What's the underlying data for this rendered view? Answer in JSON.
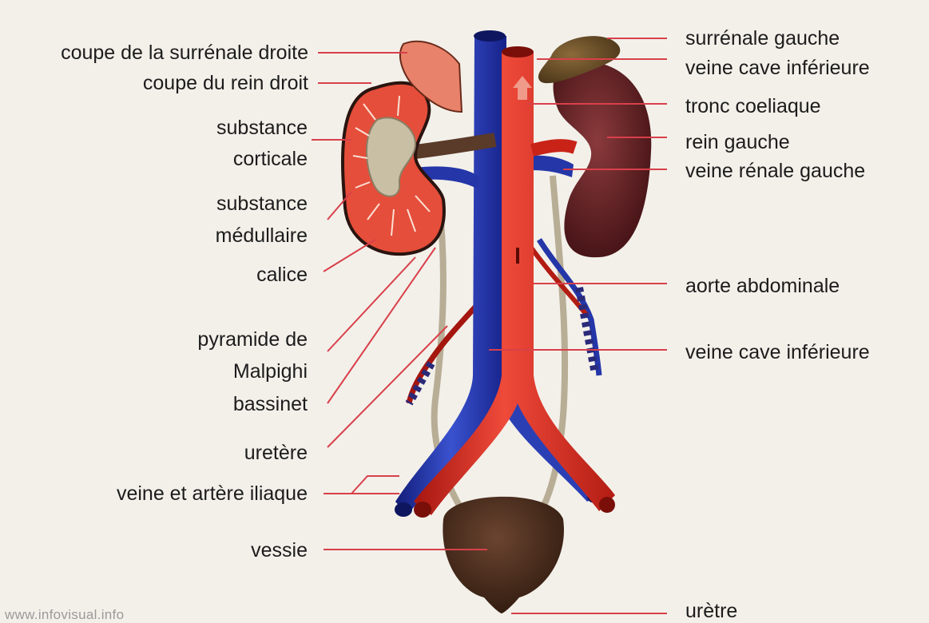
{
  "labels": {
    "coupe_surrenale_droite": "coupe de la surrénale droite",
    "coupe_rein_droit": "coupe du rein droit",
    "substance_corticale_1": "substance",
    "substance_corticale_2": "corticale",
    "substance_medullaire_1": "substance",
    "substance_medullaire_2": "médullaire",
    "calice": "calice",
    "pyramide_1": "pyramide de",
    "pyramide_2": "Malpighi",
    "bassinet": "bassinet",
    "uretere": "uretère",
    "veine_artere_iliaque": "veine et artère iliaque",
    "vessie": "vessie",
    "surrenale_gauche": "surrénale gauche",
    "veine_cave_inferieure_top": "veine cave inférieure",
    "tronc_coeliaque": "tronc coeliaque",
    "rein_gauche": "rein gauche",
    "veine_renale_gauche": "veine rénale gauche",
    "aorte_abdominale": "aorte abdominale",
    "veine_cave_inferieure_mid": "veine cave inférieure",
    "uretre": "urètre"
  },
  "watermark": "www.infovisual.info",
  "colors": {
    "leader_line": "#d8404a",
    "artery": "#d62b22",
    "vein": "#2436a8",
    "kidney_section": "#e8523e",
    "left_kidney": "#5a1a1c",
    "bladder": "#4a2a18",
    "ureter": "#b8ad95",
    "background": "#f3f0ea"
  }
}
